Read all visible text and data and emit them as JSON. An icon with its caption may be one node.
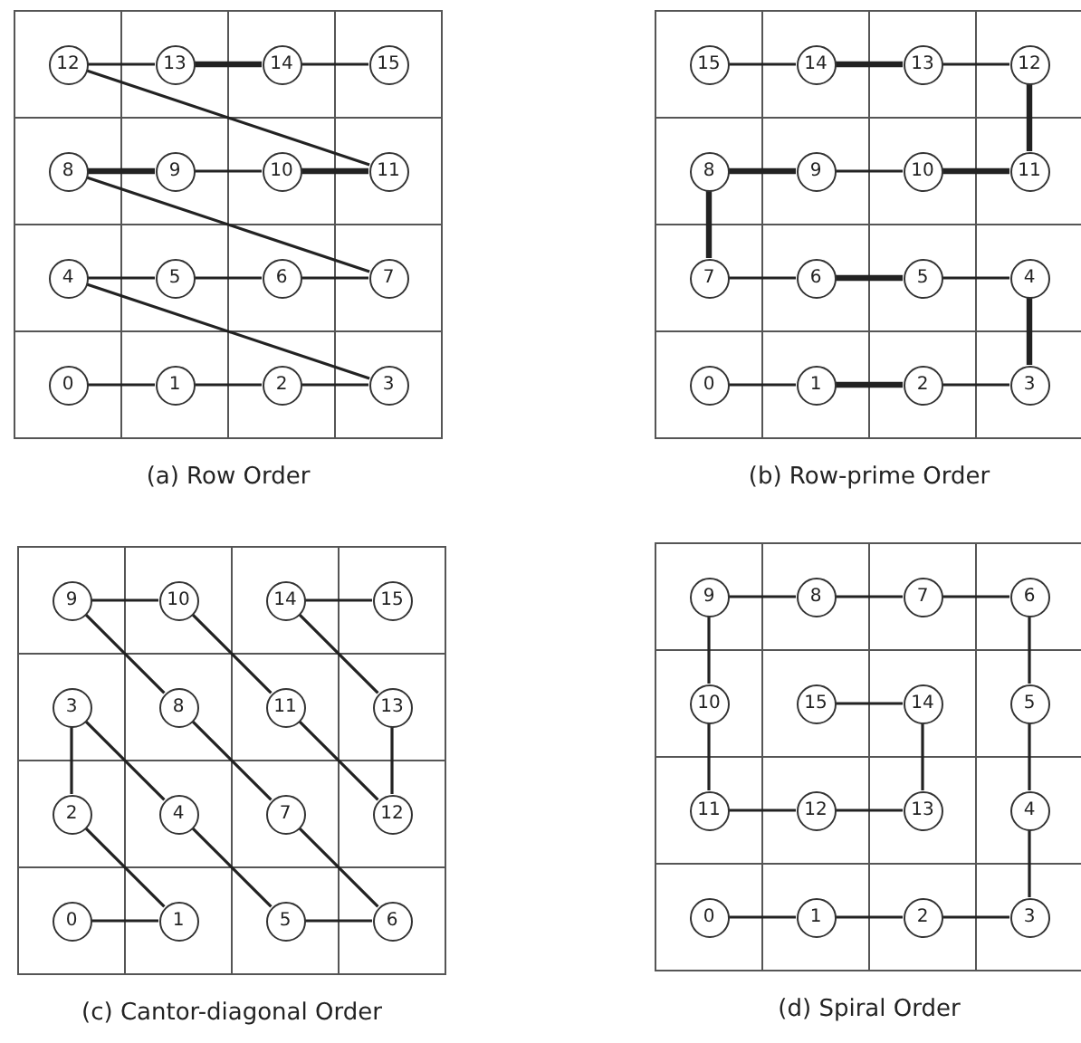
{
  "diagram": {
    "nodes": [
      {
        "text": [
          "(a) Row Order"
        ]
      },
      {
        "text": [
          "12"
        ],
        "in": 0
      },
      {
        "text": [
          "13"
        ],
        "in": 0
      },
      {
        "text": [
          "14"
        ],
        "in": 0
      },
      {
        "text": [
          "15"
        ],
        "in": 0
      },
      {
        "text": [
          "8"
        ],
        "in": 0
      },
      {
        "text": [
          "9"
        ],
        "in": 0
      },
      {
        "text": [
          "10"
        ],
        "in": 0
      },
      {
        "text": [
          "11"
        ],
        "in": 0
      },
      {
        "text": [
          "4"
        ],
        "in": 0
      },
      {
        "text": [
          "5"
        ],
        "in": 0
      },
      {
        "text": [
          "6"
        ],
        "in": 0
      },
      {
        "text": [
          "7"
        ],
        "in": 0
      },
      {
        "text": [
          "0"
        ],
        "in": 0
      },
      {
        "text": [
          "1"
        ],
        "in": 0
      },
      {
        "text": [
          "2"
        ],
        "in": 0
      },
      {
        "text": [
          "3"
        ],
        "in": 0
      },
      {
        "text": [
          "(b) Row-prime Order"
        ]
      },
      {
        "text": [
          "15"
        ],
        "in": 17
      },
      {
        "text": [
          "14"
        ],
        "in": 17
      },
      {
        "text": [
          "13"
        ],
        "in": 17
      },
      {
        "text": [
          "12"
        ],
        "in": 17
      },
      {
        "text": [
          "8"
        ],
        "in": 17
      },
      {
        "text": [
          "9"
        ],
        "in": 17
      },
      {
        "text": [
          "10"
        ],
        "in": 17
      },
      {
        "text": [
          "11"
        ],
        "in": 17
      },
      {
        "text": [
          "7"
        ],
        "in": 17
      },
      {
        "text": [
          "6"
        ],
        "in": 17
      },
      {
        "text": [
          "5"
        ],
        "in": 17
      },
      {
        "text": [
          "4"
        ],
        "in": 17
      },
      {
        "text": [
          "0"
        ],
        "in": 17
      },
      {
        "text": [
          "1"
        ],
        "in": 17
      },
      {
        "text": [
          "2"
        ],
        "in": 17
      },
      {
        "text": [
          "3"
        ],
        "in": 17
      },
      {
        "text": [
          "(c) Cantor-diagonal Order"
        ]
      },
      {
        "text": [
          "9"
        ],
        "in": 34
      },
      {
        "text": [
          "10"
        ],
        "in": 34
      },
      {
        "text": [
          "14"
        ],
        "in": 34
      },
      {
        "text": [
          "15"
        ],
        "in": 34
      },
      {
        "text": [
          "3"
        ],
        "in": 34
      },
      {
        "text": [
          "8"
        ],
        "in": 34
      },
      {
        "text": [
          "11"
        ],
        "in": 34
      },
      {
        "text": [
          "13"
        ],
        "in": 34
      },
      {
        "text": [
          "2"
        ],
        "in": 34
      },
      {
        "text": [
          "4"
        ],
        "in": 34
      },
      {
        "text": [
          "7"
        ],
        "in": 34
      },
      {
        "text": [
          "12"
        ],
        "in": 34
      },
      {
        "text": [
          "0"
        ],
        "in": 34
      },
      {
        "text": [
          "1"
        ],
        "in": 34
      },
      {
        "text": [
          "5"
        ],
        "in": 34
      },
      {
        "text": [
          "6"
        ],
        "in": 34
      },
      {
        "text": [
          "(d) Spiral Order"
        ]
      },
      {
        "text": [
          "9"
        ],
        "in": 51
      },
      {
        "text": [
          "8"
        ],
        "in": 51
      },
      {
        "text": [
          "7"
        ],
        "in": 51
      },
      {
        "text": [
          "6"
        ],
        "in": 51
      },
      {
        "text": [
          "10"
        ],
        "in": 51
      },
      {
        "text": [
          "15"
        ],
        "in": 51
      },
      {
        "text": [
          "14"
        ],
        "in": 51
      },
      {
        "text": [
          "5"
        ],
        "in": 51
      },
      {
        "text": [
          "11"
        ],
        "in": 51
      },
      {
        "text": [
          "12"
        ],
        "in": 51
      },
      {
        "text": [
          "13"
        ],
        "in": 51
      },
      {
        "text": [
          "4"
        ],
        "in": 51
      },
      {
        "text": [
          "0"
        ],
        "in": 51
      },
      {
        "text": [
          "1"
        ],
        "in": 51
      },
      {
        "text": [
          "2"
        ],
        "in": 51
      },
      {
        "text": [
          "3"
        ],
        "in": 51
      }
    ],
    "edges": [
      {
        "from": 13,
        "to": 14,
        "arrow": "none"
      },
      {
        "from": 14,
        "to": 15,
        "arrow": "none"
      },
      {
        "from": 15,
        "to": 16,
        "arrow": "none"
      },
      {
        "from": 16,
        "to": 9,
        "arrow": "none"
      },
      {
        "from": 9,
        "to": 10,
        "arrow": "none"
      },
      {
        "from": 10,
        "to": 11,
        "arrow": "none"
      },
      {
        "from": 11,
        "to": 12,
        "arrow": "none"
      },
      {
        "from": 12,
        "to": 5,
        "arrow": "none"
      },
      {
        "from": 5,
        "to": 6,
        "arrow": "none",
        "style": "thick"
      },
      {
        "from": 6,
        "to": 7,
        "arrow": "none"
      },
      {
        "from": 7,
        "to": 8,
        "arrow": "none",
        "style": "thick"
      },
      {
        "from": 8,
        "to": 1,
        "arrow": "none"
      },
      {
        "from": 1,
        "to": 2,
        "arrow": "none"
      },
      {
        "from": 2,
        "to": 3,
        "arrow": "none",
        "style": "thick"
      },
      {
        "from": 3,
        "to": 4,
        "arrow": "none"
      },
      {
        "from": 30,
        "to": 31,
        "arrow": "none"
      },
      {
        "from": 31,
        "to": 32,
        "arrow": "none",
        "style": "thick"
      },
      {
        "from": 32,
        "to": 33,
        "arrow": "none"
      },
      {
        "from": 33,
        "to": 29,
        "arrow": "none",
        "style": "thick"
      },
      {
        "from": 29,
        "to": 28,
        "arrow": "none"
      },
      {
        "from": 28,
        "to": 27,
        "arrow": "none",
        "style": "thick"
      },
      {
        "from": 27,
        "to": 26,
        "arrow": "none"
      },
      {
        "from": 26,
        "to": 22,
        "arrow": "none",
        "style": "thick"
      },
      {
        "from": 22,
        "to": 23,
        "arrow": "none",
        "style": "thick"
      },
      {
        "from": 23,
        "to": 24,
        "arrow": "none"
      },
      {
        "from": 24,
        "to": 25,
        "arrow": "none",
        "style": "thick"
      },
      {
        "from": 25,
        "to": 21,
        "arrow": "none",
        "style": "thick"
      },
      {
        "from": 21,
        "to": 20,
        "arrow": "none"
      },
      {
        "from": 20,
        "to": 19,
        "arrow": "none",
        "style": "thick"
      },
      {
        "from": 19,
        "to": 18,
        "arrow": "none"
      },
      {
        "from": 47,
        "to": 48,
        "arrow": "none"
      },
      {
        "from": 48,
        "to": 43,
        "arrow": "none"
      },
      {
        "from": 43,
        "to": 39,
        "arrow": "none"
      },
      {
        "from": 39,
        "to": 44,
        "arrow": "none"
      },
      {
        "from": 44,
        "to": 49,
        "arrow": "none"
      },
      {
        "from": 49,
        "to": 50,
        "arrow": "none"
      },
      {
        "from": 50,
        "to": 45,
        "arrow": "none"
      },
      {
        "from": 45,
        "to": 40,
        "arrow": "none"
      },
      {
        "from": 40,
        "to": 35,
        "arrow": "none"
      },
      {
        "from": 35,
        "to": 36,
        "arrow": "none"
      },
      {
        "from": 36,
        "to": 41,
        "arrow": "none"
      },
      {
        "from": 41,
        "to": 46,
        "arrow": "none"
      },
      {
        "from": 46,
        "to": 42,
        "arrow": "none"
      },
      {
        "from": 42,
        "to": 37,
        "arrow": "none"
      },
      {
        "from": 37,
        "to": 38,
        "arrow": "none"
      },
      {
        "from": 64,
        "to": 65,
        "arrow": "none"
      },
      {
        "from": 65,
        "to": 66,
        "arrow": "none"
      },
      {
        "from": 66,
        "to": 67,
        "arrow": "none"
      },
      {
        "from": 67,
        "to": 63,
        "arrow": "none"
      },
      {
        "from": 63,
        "to": 59,
        "arrow": "none"
      },
      {
        "from": 59,
        "to": 55,
        "arrow": "none"
      },
      {
        "from": 55,
        "to": 54,
        "arrow": "none"
      },
      {
        "from": 54,
        "to": 53,
        "arrow": "none"
      },
      {
        "from": 53,
        "to": 52,
        "arrow": "none"
      },
      {
        "from": 52,
        "to": 56,
        "arrow": "none"
      },
      {
        "from": 56,
        "to": 60,
        "arrow": "none"
      },
      {
        "from": 60,
        "to": 61,
        "arrow": "none"
      },
      {
        "from": 61,
        "to": 62,
        "arrow": "none"
      },
      {
        "from": 62,
        "to": 58,
        "arrow": "none"
      },
      {
        "from": 58,
        "to": 57,
        "arrow": "none"
      }
    ]
  }
}
